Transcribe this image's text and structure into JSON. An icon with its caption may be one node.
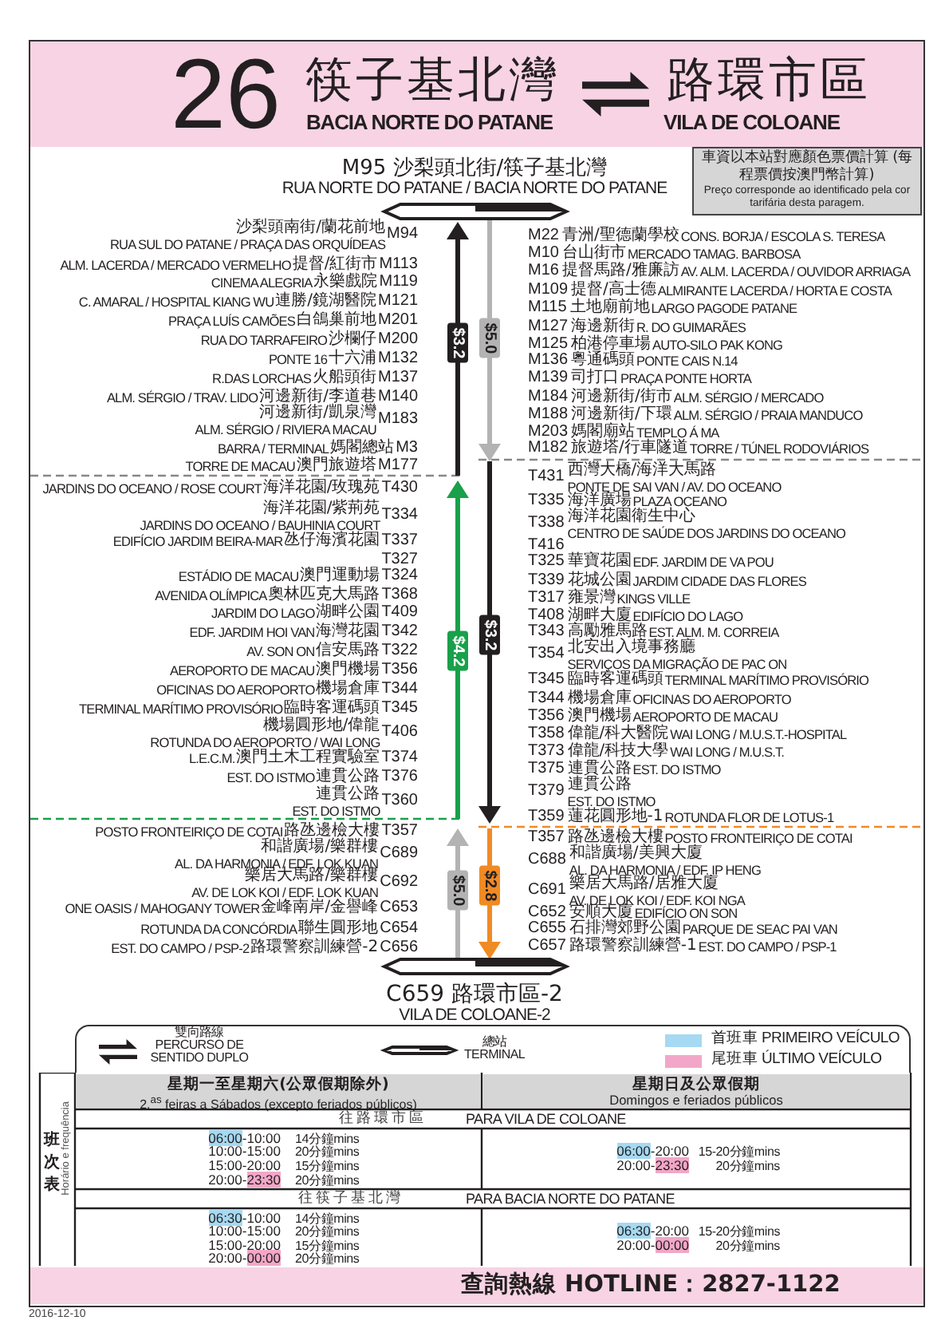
{
  "diagram": {
    "nodes": [
      {
        "text": [
          "26",
          "筷子基北灣",
          "BACIA NORTE DO PATANE",
          "路環市區",
          "VILA DE COLOANE"
        ]
      },
      {
        "text": [
          "車資以本站對應顏色票價計算 (每程票價按澳門幣計算)",
          "Preço corresponde ao identificado pela cor tarifária desta paragem."
        ]
      },
      {
        "text": [
          "M95 沙梨頭北街/筷子基北灣",
          "RUA NORTE DO PATANE / BACIA NORTE DO PATANE"
        ]
      },
      {
        "text": [
          "C659 路環市區-2",
          "VILA DE COLOANE-2"
        ]
      },
      {
        "text": [
          "查詢熱線 HOTLINE：2827-1122"
        ]
      }
    ],
    "labels": [
      "沙梨頭南街/蘭花前地",
      "RUA SUL DO PATANE / PRAÇA DAS ORQUÍDEAS",
      "M94",
      "ALM. LACERDA / MERCADO VERMELHO",
      "提督/紅街市",
      "M113",
      "CINEMA ALEGRIA",
      "永樂戲院",
      "M119",
      "C. AMARAL / HOSPITAL KIANG WU",
      "連勝/鏡湖醫院",
      "M121",
      "PRAÇA LUÍS CAMÕES",
      "白鴿巢前地",
      "M201",
      "RUA DO TARRAFEIRO",
      "沙欄仔",
      "M200",
      "PONTE 16",
      "十六浦",
      "M132",
      "R.DAS LORCHAS",
      "火船頭街",
      "M137",
      "ALM. SÉRGIO / TRAV. LIDO",
      "河邊新街/李道巷",
      "M140",
      "河邊新街/凱泉灣",
      "ALM. SÉRGIO / RIVIERA MACAU",
      "M183",
      "BARRA / TERMINAL",
      "媽閣總站",
      "M3",
      "TORRE DE MACAU",
      "澳門旅遊塔",
      "M177",
      "M22",
      "青洲/聖德蘭學校",
      "CONS. BORJA / ESCOLA S. TERESA",
      "M10",
      "台山街市",
      "MERCADO TAMAG. BARBOSA",
      "M16",
      "提督馬路/雅廉訪",
      "AV. ALM. LACERDA / OUVIDOR ARRIAGA",
      "M109",
      "提督/高士德",
      "ALMIRANTE LACERDA / HORTA E COSTA",
      "M115",
      "土地廟前地",
      "LARGO PAGODE PATANE",
      "M127",
      "海邊新街",
      "R. DO GUIMARÃES",
      "M125",
      "柏港停車場",
      "AUTO-SILO PAK KONG",
      "M136",
      "粵通碼頭",
      "PONTE CAIS N.14",
      "M139",
      "司打口",
      "PRAÇA PONTE HORTA",
      "M184",
      "河邊新街/街市",
      "ALM. SÉRGIO / MERCADO",
      "M188",
      "河邊新街/下環",
      "ALM. SÉRGIO / PRAIA MANDUCO",
      "M203",
      "媽閣廟站",
      "TEMPLO Á MA",
      "M182",
      "旅遊塔/行車隧道",
      "TORRE / TÚNEL RODOVIÁRIOS",
      "JARDINS DO OCEANO / ROSE COURT",
      "海洋花園/玫瑰苑",
      "T430",
      "海洋花園/紫荊苑",
      "JARDINS DO OCEANO / BAUHINIA COURT",
      "T334",
      "EDIFÍCIO JARDIM BEIRA-MAR",
      "氹仔海濱花園",
      "T337",
      "T327",
      "ESTÁDIO DE MACAU",
      "澳門運動場",
      "T324",
      "AVENIDA OLÍMPICA",
      "奧林匹克大馬路",
      "T368",
      "JARDIM DO LAGO",
      "湖畔公園",
      "T409",
      "EDF. JARDIM HOI VAN",
      "海灣花園",
      "T342",
      "AV. SON ON",
      "信安馬路",
      "T322",
      "AEROPORTO DE MACAU",
      "澳門機場",
      "T356",
      "OFICINAS DO AEROPORTO",
      "機場倉庫",
      "T344",
      "TERMINAL MARÍTIMO PROVISÓRIO",
      "臨時客運碼頭",
      "T345",
      "機場圓形地/偉龍",
      "ROTUNDA DO AEROPORTO / WAI LONG",
      "T406",
      "L.E.C.M.",
      "澳門土木工程實驗室",
      "T374",
      "EST. DO ISTMO",
      "連貫公路",
      "T376",
      "連貫公路",
      "EST. DO ISTMO",
      "T360",
      "T431",
      "西灣大橋/海洋大馬路",
      "PONTE DE SAI VAN / AV. DO OCEANO",
      "T335",
      "海洋廣場",
      "PLAZA OCEANO",
      "T338",
      "海洋花園衛生中心",
      "CENTRO DE SAÚDE DOS JARDINS DO OCEANO",
      "T416",
      "T325",
      "華寶花園",
      "EDF. JARDIM DE VA POU",
      "T339",
      "花城公園",
      "JARDIM CIDADE DAS FLORES",
      "T317",
      "雍景灣",
      "KINGS VILLE",
      "T408",
      "湖畔大廈",
      "EDIFÍCIO DO LAGO",
      "T343",
      "高勵雅馬路",
      "EST. ALM. M. CORREIA",
      "T354",
      "北安出入境事務廳",
      "SERVIÇOS DA MIGRAÇÃO DE PAC ON",
      "T345",
      "臨時客運碼頭",
      "TERMINAL MARÍTIMO PROVISÓRIO",
      "T344",
      "機場倉庫",
      "OFICINAS DO AEROPORTO",
      "T356",
      "澳門機場",
      "AEROPORTO DE MACAU",
      "T358",
      "偉龍/科大醫院",
      "WAI LONG / M.U.S.T.-HOSPITAL",
      "T373",
      "偉龍/科技大學",
      "WAI LONG / M.U.S.T.",
      "T375",
      "連貫公路",
      "EST. DO ISTMO",
      "T379",
      "連貫公路",
      "EST. DO ISTMO",
      "T359",
      "蓮花圓形地-1",
      "ROTUNDA FLOR DE LOTUS-1",
      "POSTO FRONTEIRIÇO DE COTAI",
      "路氹邊檢大樓",
      "T357",
      "和諧廣場/樂群樓",
      "AL. DA HARMONIA / EDF. LOK KUAN",
      "C689",
      "樂居大馬路/樂群樓",
      "AV. DE LOK KOI / EDF. LOK KUAN",
      "C692",
      "ONE OASIS / MAHOGANY TOWER",
      "金峰南岸/金譽峰",
      "C653",
      "ROTUNDA DA CONCÓRDIA",
      "聯生圓形地",
      "C654",
      "EST. DO CAMPO / PSP-2",
      "路環警察訓練營-2",
      "C656",
      "T357",
      "路氹邊檢大樓",
      "POSTO FRONTEIRIÇO DE COTAI",
      "C688",
      "和諧廣場/美興大廈",
      "AL. DA HARMONIA / EDF. IP HENG",
      "C691",
      "樂居大馬路/居雅大廈",
      "AV. DE LOK KOI / EDF. KOI NGA",
      "C652",
      "安順大廈",
      "EDIFÍCIO ON SON",
      "C655",
      "石排灣郊野公園",
      "PARQUE DE SEAC PAI VAN",
      "C657",
      "路環警察訓練營-1",
      "EST. DO CAMPO / PSP-1",
      "$3.2",
      "$5.0",
      "$4.2",
      "$3.2",
      "$5.0",
      "$2.8",
      "星期一至星期六(公眾假期除外)",
      "2.$^{as}$ feiras a Sábados (excepto feriados públicos)",
      "星期日及公眾假期",
      "Domingos e feriados públicos",
      "班次表",
      "Horário e frequência",
      "往路環市區",
      "PARA VILA DE COLOANE",
      "06:00-10:00",
      "14分鐘mins",
      "10:00-15:00",
      "20分鐘mins",
      "15:00-20:00",
      "15分鐘mins",
      "20:00-23:30",
      "20分鐘mins",
      "06:00-20:00",
      "15-20分鐘mins",
      "20:00-23:30",
      "20分鐘mins",
      "往筷子基北灣",
      "PARA BACIA NORTE DO PATANE",
      "06:30-10:00",
      "14分鐘mins",
      "10:00-15:00",
      "20分鐘mins",
      "15:00-20:00",
      "15分鐘mins",
      "20:00-00:00",
      "20分鐘mins",
      "06:30-20:00",
      "15-20分鐘mins",
      "20:00-00:00",
      "20分鐘mins",
      "2016-12-10"
    ],
    "legend": [
      {
        "text": "雙向路線 PERCURSO DE SENTIDO DUPLO"
      },
      {
        "text": "總站 TERMINAL"
      },
      {
        "text": "首班車 PRIMEIRO VEÍCULO",
        "color": "#a6d9f2"
      },
      {
        "text": "尾班車 ÚLTIMO VEÍCULO",
        "color": "#f2a7c8"
      }
    ]
  }
}
